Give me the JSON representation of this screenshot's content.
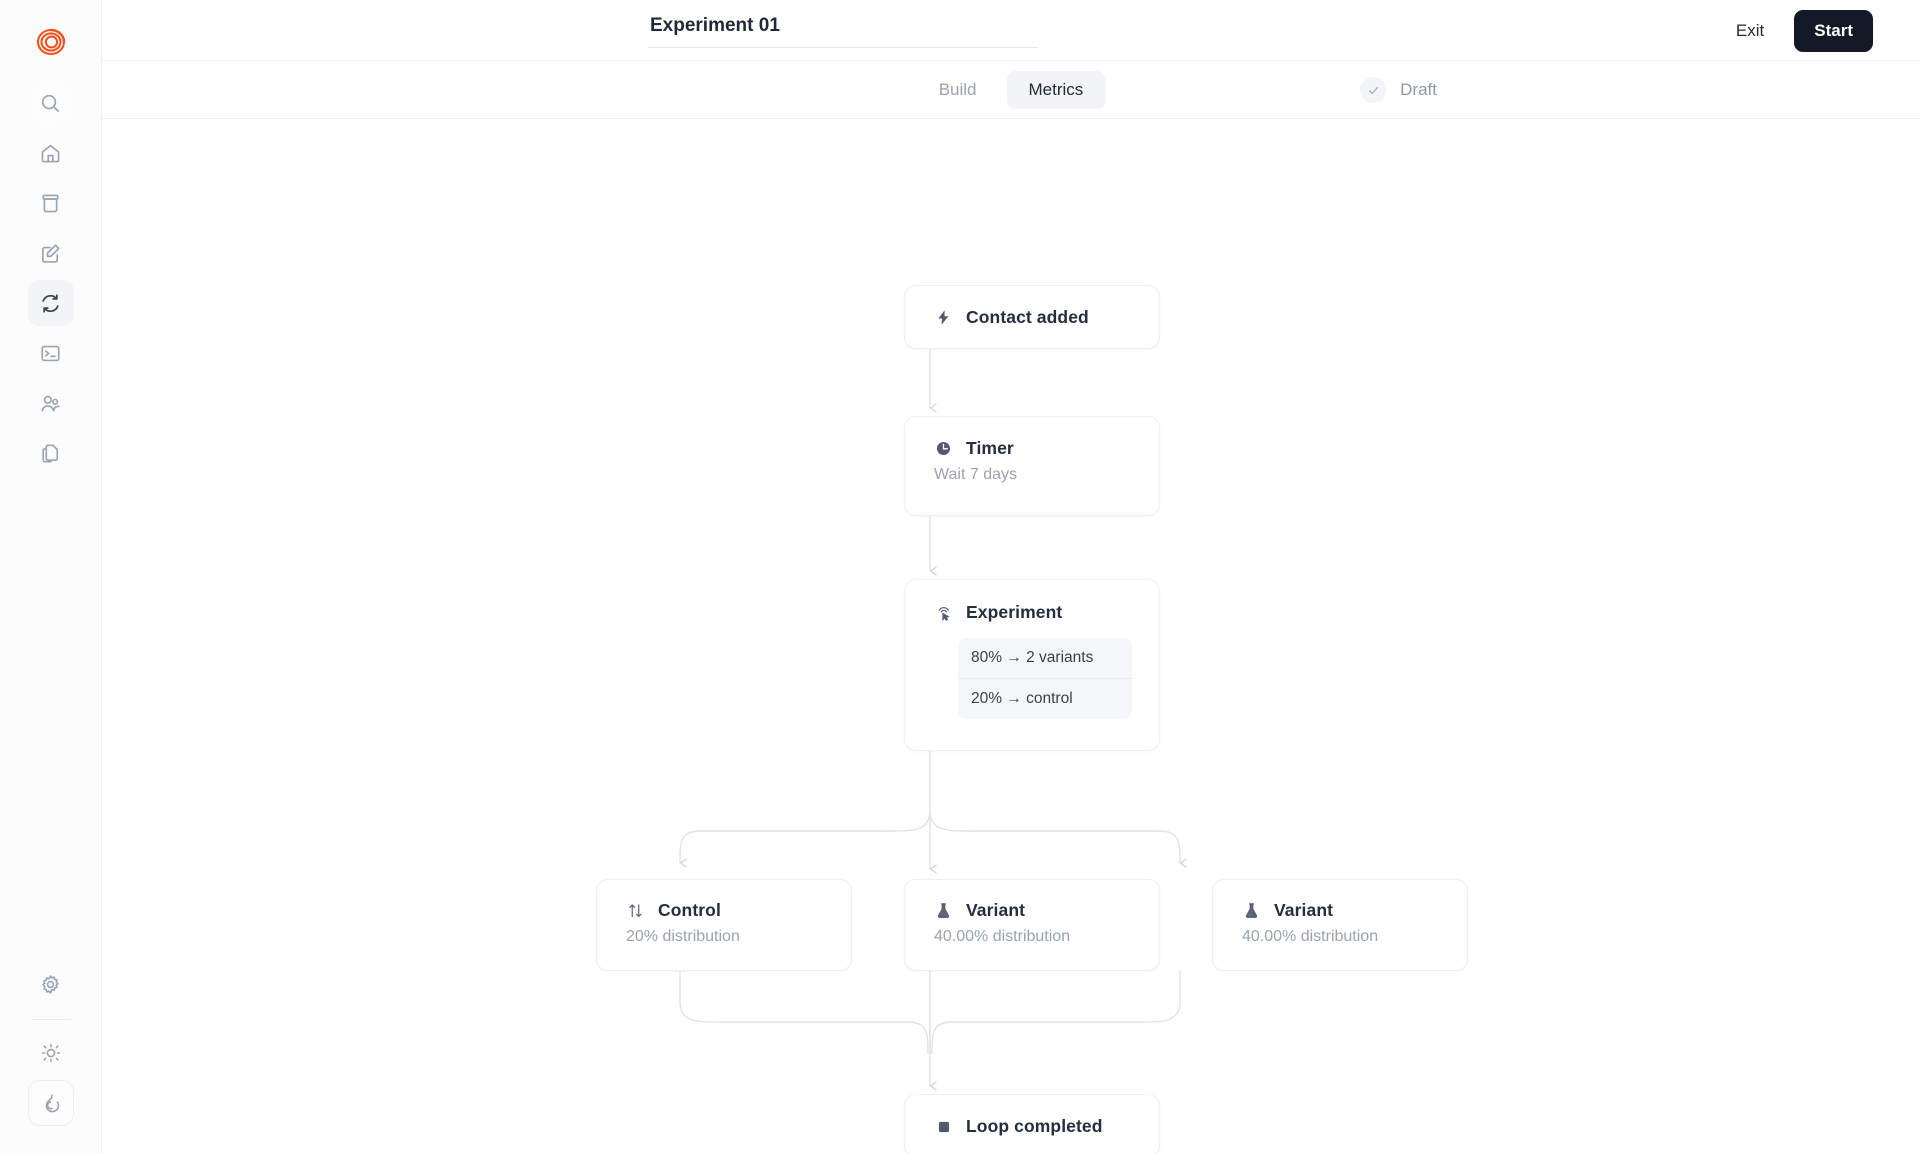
{
  "app": {
    "logo_icon": "spiral-logo-icon",
    "accent_color": "#f4511e"
  },
  "sidebar": {
    "items": [
      {
        "name": "search",
        "icon": "search-icon",
        "active": false
      },
      {
        "name": "home",
        "icon": "home-icon",
        "active": false
      },
      {
        "name": "inbox",
        "icon": "archive-box-icon",
        "active": false
      },
      {
        "name": "compose",
        "icon": "pencil-square-icon",
        "active": false
      },
      {
        "name": "sync",
        "icon": "refresh-cycle-icon",
        "active": true
      },
      {
        "name": "terminal",
        "icon": "terminal-icon",
        "active": false
      },
      {
        "name": "contacts",
        "icon": "users-icon",
        "active": false
      },
      {
        "name": "documents",
        "icon": "copy-documents-icon",
        "active": false
      }
    ],
    "bottom_items": [
      {
        "name": "settings",
        "icon": "gear-icon",
        "active": false
      },
      {
        "name": "theme",
        "icon": "sun-icon",
        "active": false
      },
      {
        "name": "flame",
        "icon": "flame-icon",
        "active": true
      }
    ]
  },
  "header": {
    "title_value": "Experiment 01",
    "title_placeholder": "Untitled",
    "exit_label": "Exit",
    "start_label": "Start"
  },
  "tabs": {
    "items": [
      {
        "label": "Build",
        "active": false
      },
      {
        "label": "Metrics",
        "active": true
      }
    ],
    "status": {
      "icon": "check-icon",
      "glyph": "✓",
      "label": "Draft"
    }
  },
  "flow": {
    "nodes": [
      {
        "id": "trigger",
        "icon": "lightning-bolt-icon",
        "glyph": "⚡",
        "title": "Contact added",
        "subtitle": ""
      },
      {
        "id": "timer",
        "icon": "clock-icon",
        "glyph": "◕",
        "title": "Timer",
        "subtitle": "Wait 7 days"
      },
      {
        "id": "experiment",
        "icon": "cursor-click-icon",
        "glyph": "",
        "title": "Experiment",
        "subtitle": "",
        "splits": [
          "80% → 2 variants",
          "20% → control"
        ]
      },
      {
        "id": "control",
        "icon": "arrows-up-down-icon",
        "glyph": "↑↓",
        "title": "Control",
        "subtitle": "20% distribution"
      },
      {
        "id": "variant-1",
        "icon": "flask-icon",
        "glyph": "",
        "title": "Variant",
        "subtitle": "40.00% distribution"
      },
      {
        "id": "variant-2",
        "icon": "flask-icon",
        "glyph": "",
        "title": "Variant",
        "subtitle": "40.00% distribution"
      },
      {
        "id": "end",
        "icon": "stop-square-icon",
        "glyph": "■",
        "title": "Loop completed",
        "subtitle": ""
      }
    ],
    "edge_color": "#dfe3e8"
  }
}
